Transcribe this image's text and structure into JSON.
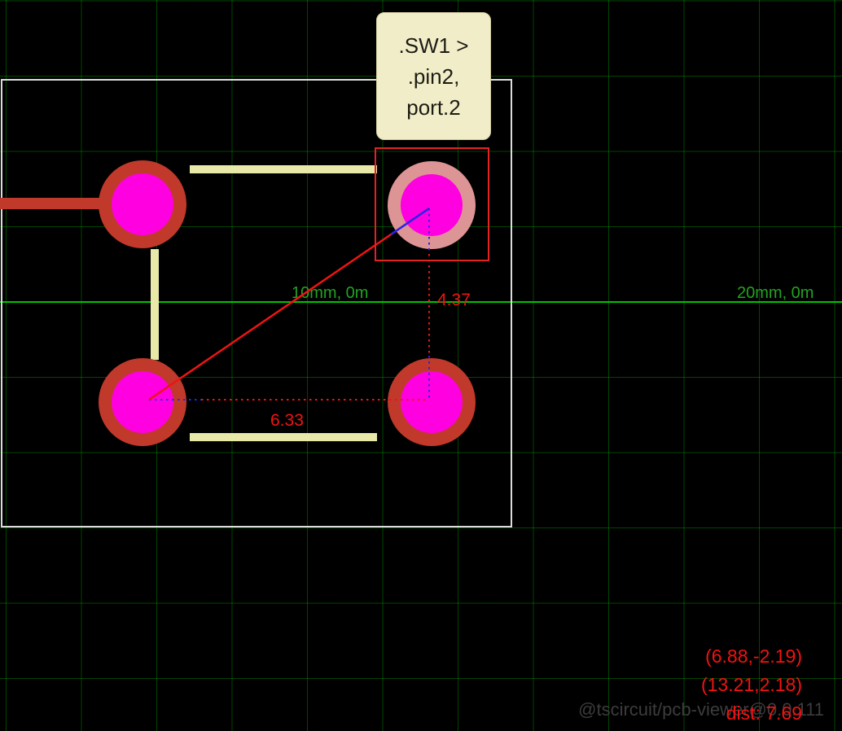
{
  "grid": {
    "labels": [
      {
        "text": "10mm, 0m"
      },
      {
        "text": "20mm, 0m"
      }
    ],
    "major_line_color": "#00c400",
    "minor_line_color": "rgba(0,210,0,0.33)"
  },
  "tooltip": {
    "lines": [
      ".SW1 >",
      ".pin2,",
      "port.2"
    ],
    "background": "#f1edc9"
  },
  "measurements": {
    "vertical_distance": "4.37",
    "horizontal_distance": "6.33",
    "point_a": "(6.88,-2.19)",
    "point_b": "(13.21,2.18)",
    "distance_label": "dist: 7.69"
  },
  "watermark": "@tscircuit/pcb-viewer@0.0.111",
  "colors": {
    "background": "#000000",
    "pad_copper": "#c0392b",
    "pad_inner": "#ff00e0",
    "pad_highlight_ring": "#dd9494",
    "trace": "#e8e8a8",
    "component_outline": "#dcdcdc",
    "selection_rect": "#e52222",
    "measure_red": "#ee1414",
    "measure_blue": "#2525ee",
    "readout_text": "#f21212"
  }
}
